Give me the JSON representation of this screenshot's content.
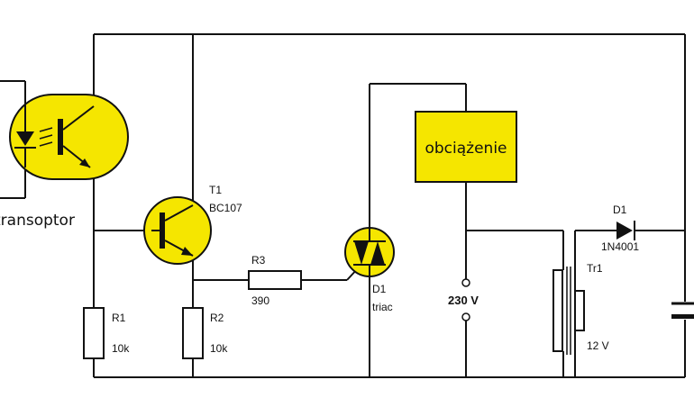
{
  "optocoupler": {
    "label": "transoptor"
  },
  "transistor": {
    "ref": "T1",
    "model": "BC107"
  },
  "resistors": [
    {
      "ref": "R1",
      "value": "10k"
    },
    {
      "ref": "R2",
      "value": "10k"
    },
    {
      "ref": "R3",
      "value": "390"
    }
  ],
  "triac": {
    "ref": "D1",
    "type": "triac"
  },
  "load": {
    "label": "obciążenie"
  },
  "mains": {
    "label": "230 V"
  },
  "transformer": {
    "ref": "Tr1",
    "voltage": "12 V"
  },
  "diode": {
    "ref": "D1",
    "model": "1N4001"
  },
  "colors": {
    "component_fill": "#f5e600",
    "wire": "#111111"
  }
}
